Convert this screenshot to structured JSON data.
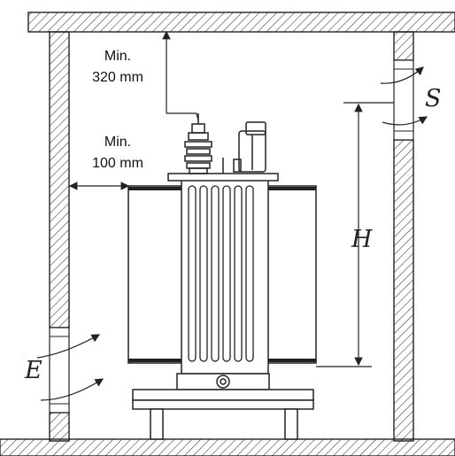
{
  "labels": {
    "clearance_top_1": "Min.",
    "clearance_top_2": "320 mm",
    "clearance_side_1": "Min.",
    "clearance_side_2": "100 mm",
    "outlet": "S",
    "height": "H",
    "inlet": "E"
  },
  "colors": {
    "line": "#222222",
    "hatch": "#333333",
    "background": "#ffffff"
  }
}
